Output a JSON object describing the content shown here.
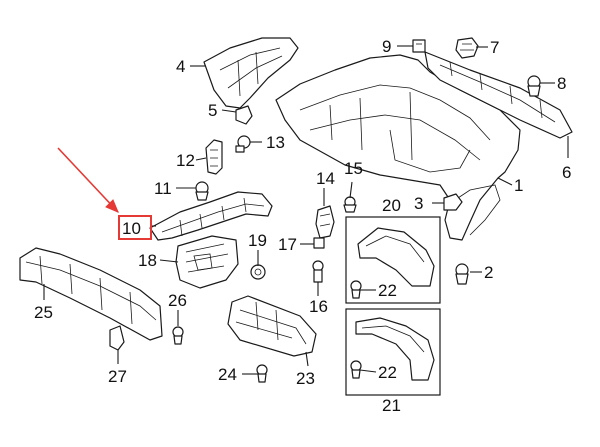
{
  "diagram": {
    "callouts": [
      {
        "id": "c1",
        "label": "1"
      },
      {
        "id": "c2",
        "label": "2"
      },
      {
        "id": "c3",
        "label": "3"
      },
      {
        "id": "c4",
        "label": "4"
      },
      {
        "id": "c5",
        "label": "5"
      },
      {
        "id": "c6",
        "label": "6"
      },
      {
        "id": "c7",
        "label": "7"
      },
      {
        "id": "c8",
        "label": "8"
      },
      {
        "id": "c9",
        "label": "9"
      },
      {
        "id": "c10",
        "label": "10"
      },
      {
        "id": "c11",
        "label": "11"
      },
      {
        "id": "c12",
        "label": "12"
      },
      {
        "id": "c13",
        "label": "13"
      },
      {
        "id": "c14",
        "label": "14"
      },
      {
        "id": "c15",
        "label": "15"
      },
      {
        "id": "c16",
        "label": "16"
      },
      {
        "id": "c17",
        "label": "17"
      },
      {
        "id": "c18",
        "label": "18"
      },
      {
        "id": "c19",
        "label": "19"
      },
      {
        "id": "c20",
        "label": "20"
      },
      {
        "id": "c21",
        "label": "21"
      },
      {
        "id": "c22a",
        "label": "22"
      },
      {
        "id": "c22b",
        "label": "22"
      },
      {
        "id": "c23",
        "label": "23"
      },
      {
        "id": "c24",
        "label": "24"
      },
      {
        "id": "c25",
        "label": "25"
      },
      {
        "id": "c26",
        "label": "26"
      },
      {
        "id": "c27",
        "label": "27"
      }
    ],
    "highlight": {
      "label": "10",
      "color": "#e53935"
    }
  }
}
